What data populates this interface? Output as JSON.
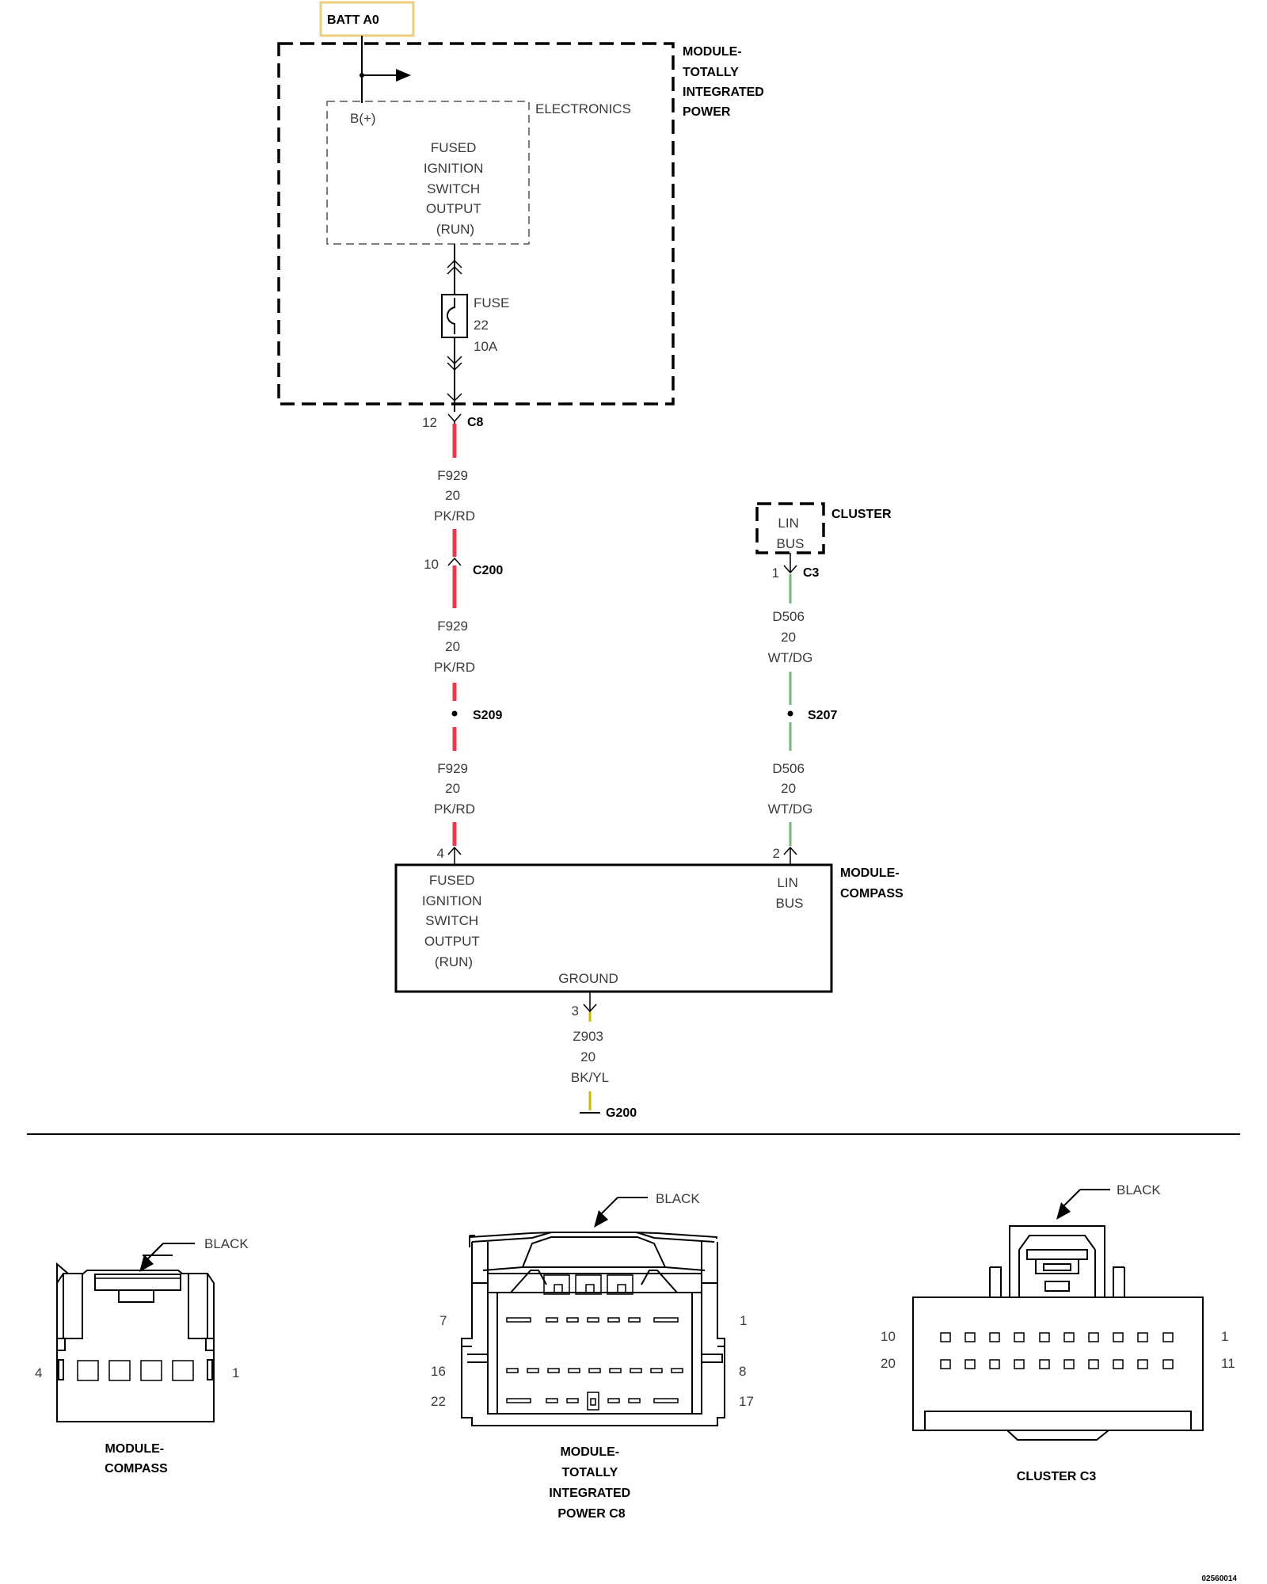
{
  "batt_label": "BATT A0",
  "module_tip": {
    "title_lines": [
      "MODULE-",
      "TOTALLY",
      "INTEGRATED",
      "POWER"
    ],
    "electronics_label": "ELECTRONICS",
    "bplus_label": "B(+)",
    "fused_output_lines": [
      "FUSED",
      "IGNITION",
      "SWITCH",
      "OUTPUT",
      "(RUN)"
    ],
    "fuse_lines": [
      "FUSE",
      "22",
      "10A"
    ]
  },
  "connectors": {
    "c8": {
      "name": "C8",
      "pin": "12"
    },
    "c200": {
      "name": "C200",
      "pin": "10"
    },
    "c3": {
      "name": "C3",
      "pin": "1"
    },
    "compass_pin_fused": "4",
    "compass_pin_lin": "2",
    "compass_pin_ground": "3"
  },
  "splices": {
    "s209": "S209",
    "s207": "S207"
  },
  "wires": {
    "f929": [
      "F929",
      "20",
      "PK/RD"
    ],
    "d506": [
      "D506",
      "20",
      "WT/DG"
    ],
    "z903": [
      "Z903",
      "20",
      "BK/YL"
    ]
  },
  "wire_colors": {
    "pk_rd": "#e8394f",
    "wt_dg": "#6fb87a",
    "bk_yl": "#c9b800",
    "batt_box": "#e8cf7c"
  },
  "cluster": {
    "title": "CLUSTER",
    "lin_bus_lines": [
      "LIN",
      "BUS"
    ]
  },
  "module_compass": {
    "title_lines": [
      "MODULE-",
      "COMPASS"
    ],
    "fused_lines": [
      "FUSED",
      "IGNITION",
      "SWITCH",
      "OUTPUT",
      "(RUN)"
    ],
    "lin_lines": [
      "LIN",
      "BUS"
    ],
    "ground_label": "GROUND"
  },
  "ground": {
    "name": "G200"
  },
  "connector_views": {
    "compass": {
      "color": "BLACK",
      "pin_left": "4",
      "pin_right": "1",
      "caption_lines": [
        "MODULE-",
        "COMPASS"
      ]
    },
    "tip_c8": {
      "color": "BLACK",
      "pin_labels": [
        "7",
        "1",
        "16",
        "8",
        "22",
        "17"
      ],
      "caption_lines": [
        "MODULE-",
        "TOTALLY",
        "INTEGRATED",
        "POWER C8"
      ]
    },
    "cluster_c3": {
      "color": "BLACK",
      "pin_labels": [
        "10",
        "1",
        "20",
        "11"
      ],
      "caption_lines": [
        "CLUSTER C3"
      ]
    }
  },
  "doc_code": "02560014"
}
